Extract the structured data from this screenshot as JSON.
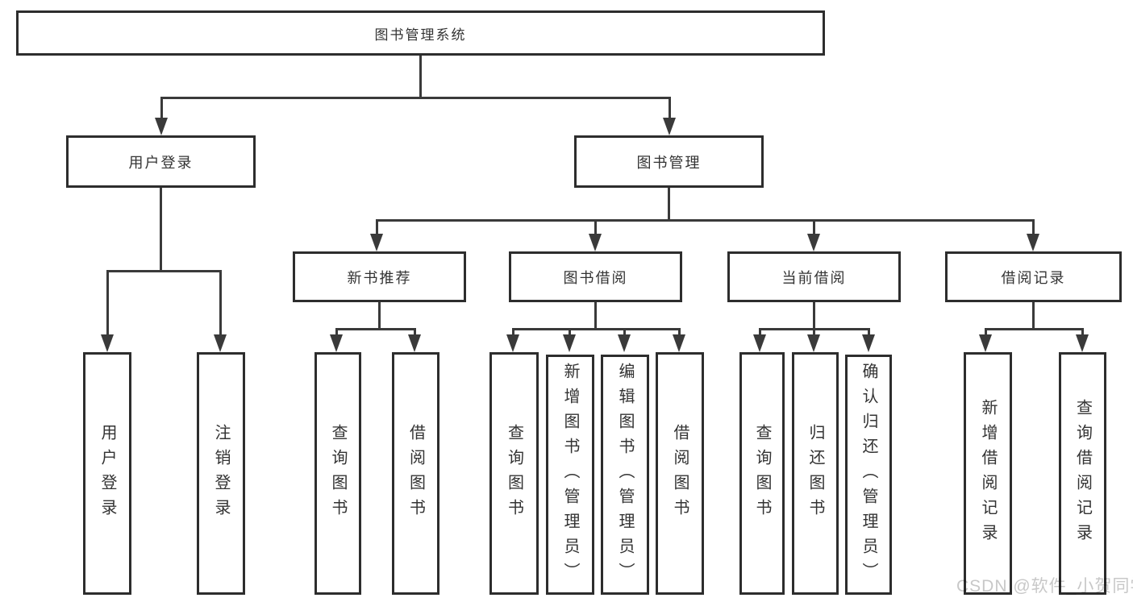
{
  "tree": {
    "root": {
      "label": "图书管理系统",
      "children": [
        {
          "label": "用户登录",
          "children": [
            {
              "label": "用户登录"
            },
            {
              "label": "注销登录"
            }
          ]
        },
        {
          "label": "图书管理",
          "children": [
            {
              "label": "新书推荐",
              "children": [
                {
                  "label": "查询图书"
                },
                {
                  "label": "借阅图书"
                }
              ]
            },
            {
              "label": "图书借阅",
              "children": [
                {
                  "label": "查询图书"
                },
                {
                  "label": "新增图书（管理员）"
                },
                {
                  "label": "编辑图书（管理员）"
                },
                {
                  "label": "借阅图书"
                }
              ]
            },
            {
              "label": "当前借阅",
              "children": [
                {
                  "label": "查询图书"
                },
                {
                  "label": "归还图书"
                },
                {
                  "label": "确认归还（管理员）"
                }
              ]
            },
            {
              "label": "借阅记录",
              "children": [
                {
                  "label": "新增借阅记录"
                },
                {
                  "label": "查询借阅记录"
                }
              ]
            }
          ]
        }
      ]
    }
  },
  "watermark": {
    "text": "CSDN @软件_小贺同学"
  },
  "colors": {
    "background": "#ffffff",
    "box_border": "#2d2d2d",
    "connector": "#3a3a3a",
    "text": "#333333",
    "watermark": "#c8c8c8"
  }
}
